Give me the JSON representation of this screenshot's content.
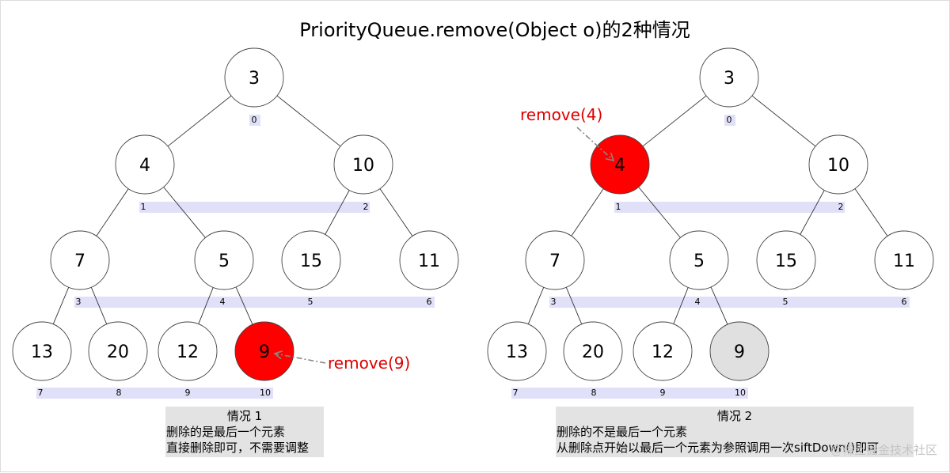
{
  "title": "PriorityQueue.remove(Object o)的2种情况",
  "colors": {
    "removed_fill": "#ff0000",
    "last_fill": "#e0e0e0",
    "node_fill": "#ffffff",
    "index_band": "#e0e0f8",
    "caption_bg": "#e3e3e3",
    "remove_text": "#dd0000",
    "arrow": "#888888"
  },
  "panels": [
    {
      "nodes": [
        {
          "index": "0",
          "value": "3",
          "state": "normal"
        },
        {
          "index": "1",
          "value": "4",
          "state": "normal"
        },
        {
          "index": "2",
          "value": "10",
          "state": "normal"
        },
        {
          "index": "3",
          "value": "7",
          "state": "normal"
        },
        {
          "index": "4",
          "value": "5",
          "state": "normal"
        },
        {
          "index": "5",
          "value": "15",
          "state": "normal"
        },
        {
          "index": "6",
          "value": "11",
          "state": "normal"
        },
        {
          "index": "7",
          "value": "13",
          "state": "normal"
        },
        {
          "index": "8",
          "value": "20",
          "state": "normal"
        },
        {
          "index": "9",
          "value": "12",
          "state": "normal"
        },
        {
          "index": "10",
          "value": "9",
          "state": "removed"
        }
      ],
      "remove_label": "remove(9)",
      "remove_target": 10,
      "caption": {
        "heading": "情况 1",
        "lines": [
          "删除的是最后一个元素",
          "直接删除即可，不需要调整"
        ]
      }
    },
    {
      "nodes": [
        {
          "index": "0",
          "value": "3",
          "state": "normal"
        },
        {
          "index": "1",
          "value": "4",
          "state": "removed"
        },
        {
          "index": "2",
          "value": "10",
          "state": "normal"
        },
        {
          "index": "3",
          "value": "7",
          "state": "normal"
        },
        {
          "index": "4",
          "value": "5",
          "state": "normal"
        },
        {
          "index": "5",
          "value": "15",
          "state": "normal"
        },
        {
          "index": "6",
          "value": "11",
          "state": "normal"
        },
        {
          "index": "7",
          "value": "13",
          "state": "normal"
        },
        {
          "index": "8",
          "value": "20",
          "state": "normal"
        },
        {
          "index": "9",
          "value": "12",
          "state": "normal"
        },
        {
          "index": "10",
          "value": "9",
          "state": "last"
        }
      ],
      "remove_label": "remove(4)",
      "remove_target": 1,
      "caption": {
        "heading": "情况 2",
        "lines": [
          "删除的不是最后一个元素",
          "从删除点开始以最后一个元素为参照调用一次siftDown()即可"
        ]
      }
    }
  ],
  "watermark": "@稀土掘金技术社区"
}
